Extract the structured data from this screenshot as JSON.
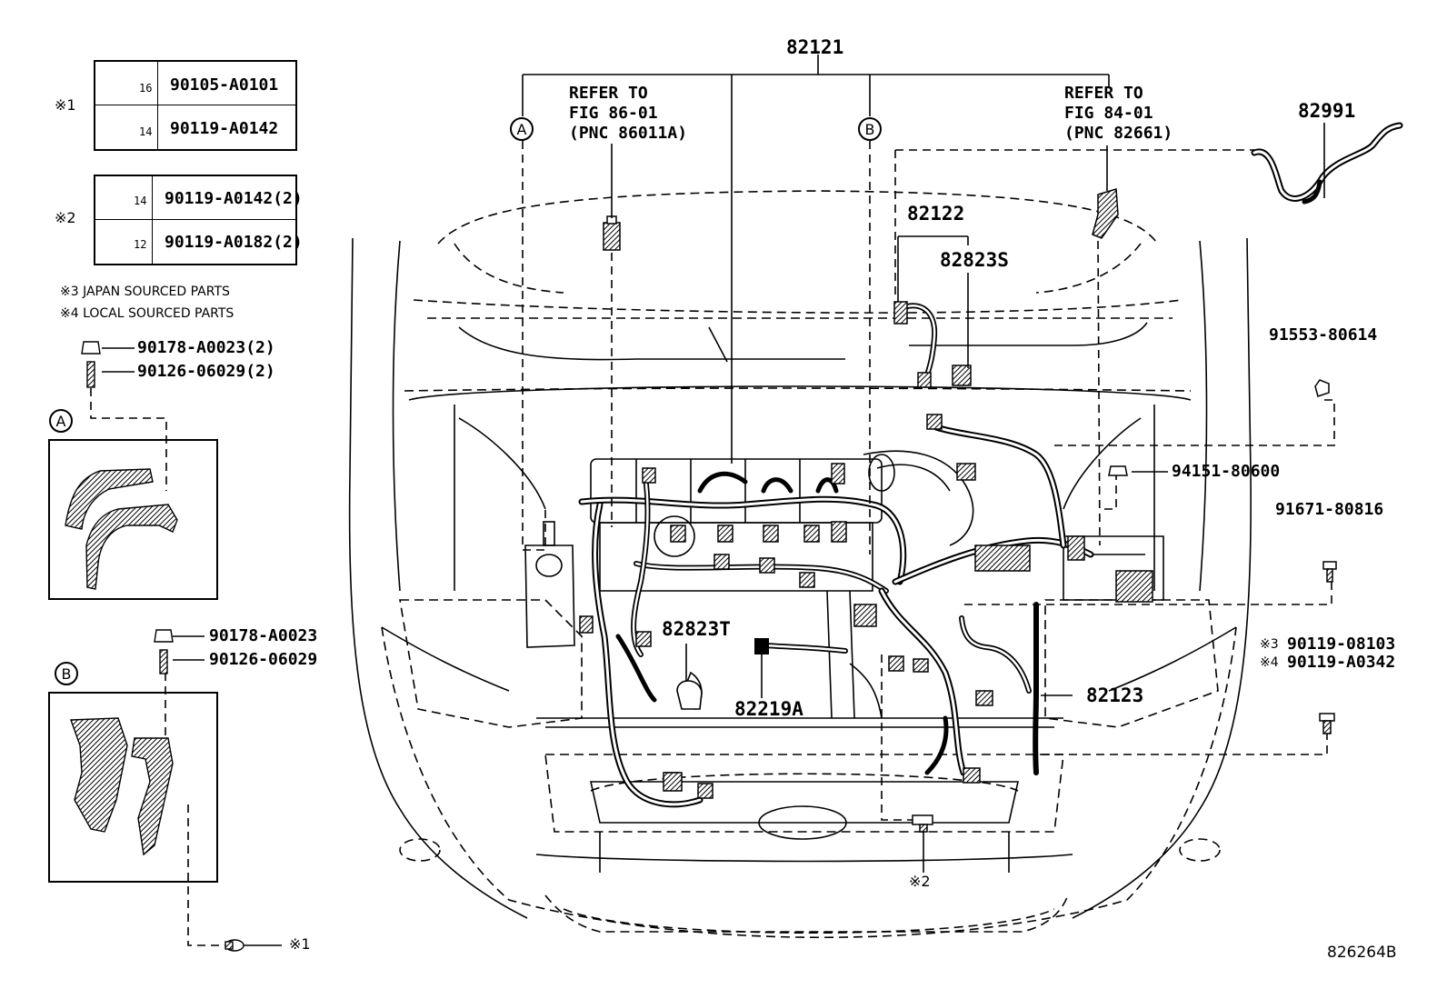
{
  "diagram": {
    "main_label": "82121",
    "refer_left": "REFER TO\nFIG 86-01\n(PNC 86011A)",
    "refer_right": "REFER TO\nFIG 84-01\n(PNC 82661)",
    "callout_a": "A",
    "callout_b": "B",
    "labels": {
      "p82991": "82991",
      "p82122": "82122",
      "p82823S": "82823S",
      "p91553": "91553-80614",
      "p94151": "94151-80600",
      "p91671": "91671-80816",
      "p82823T": "82823T",
      "p82219A": "82219A",
      "p82123": "82123",
      "p90119_08103": "90119-08103",
      "p90119_A0342": "90119-A0342",
      "mark3_small": "※3",
      "mark4_small": "※4",
      "note_bottom": "※2",
      "figure_id": "826264B"
    },
    "legend": {
      "group1_mark": "※1",
      "group1_rows": [
        {
          "size": "16",
          "part": "90105-A0101"
        },
        {
          "size": "14",
          "part": "90119-A0142"
        }
      ],
      "group2_mark": "※2",
      "group2_rows": [
        {
          "size": "14",
          "part": "90119-A0142(2)"
        },
        {
          "size": "12",
          "part": "90119-A0182(2)"
        }
      ],
      "note3": "※3  JAPAN SOURCED PARTS",
      "note4": "※4  LOCAL SOURCED PARTS"
    },
    "detail_a": {
      "nut": "90178-A0023(2)",
      "stud": "90126-06029(2)",
      "callout": "A"
    },
    "detail_b": {
      "nut": "90178-A0023",
      "stud": "90126-06029",
      "callout": "B",
      "bolt_mark": "※1"
    }
  }
}
